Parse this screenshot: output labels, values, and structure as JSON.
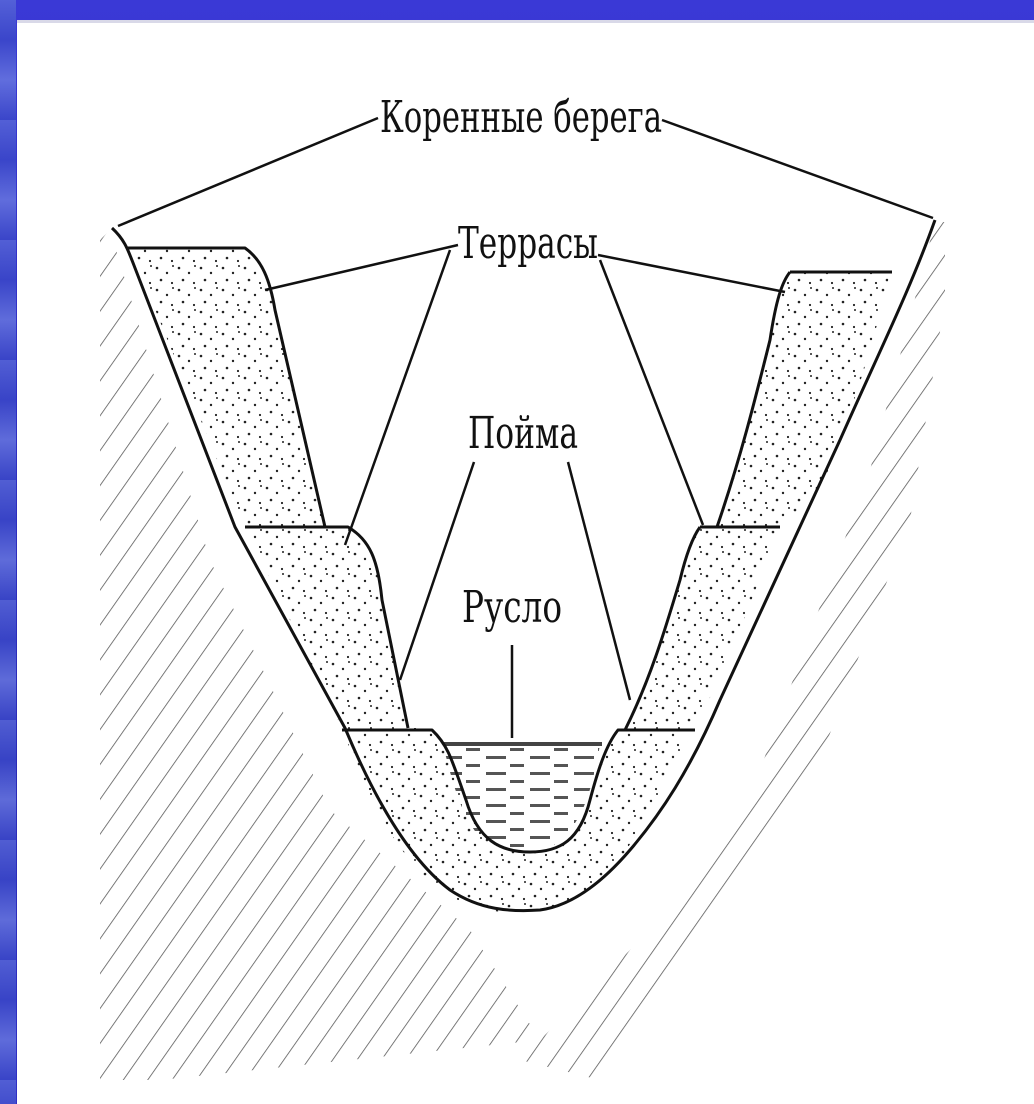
{
  "labels": {
    "bedrock_banks": "Коренные берега",
    "terraces": "Террасы",
    "floodplain": "Пойма",
    "channel": "Русло"
  },
  "colors": {
    "background": "#2f2fc4",
    "panel": "#ffffff",
    "ink": "#111111",
    "water_dash": "#555555"
  }
}
